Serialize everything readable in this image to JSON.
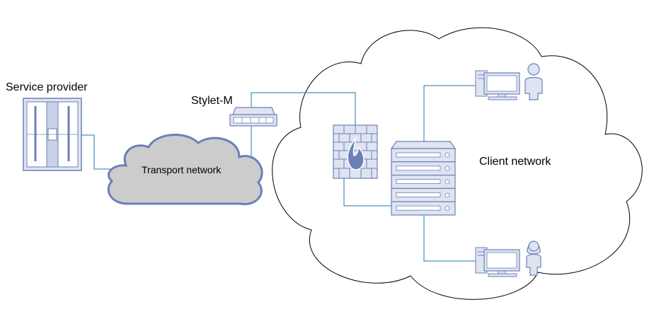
{
  "labels": {
    "service_provider": "Service provider",
    "stylet_m": "Stylet-M",
    "transport_network": "Transport network",
    "client_network": "Client network"
  },
  "icons": {
    "service_provider": "server-rack-icon",
    "stylet_m": "network-appliance-icon",
    "firewall": "firewall-icon",
    "server": "server-stack-icon",
    "workstation_top": "desktop-computer-icon",
    "workstation_bottom": "desktop-computer-icon",
    "user_top": "male-user-icon",
    "user_bottom": "female-user-icon"
  },
  "colors": {
    "link": "#1f77b4",
    "device_outline": "#6c80b8",
    "device_fill": "#dfe4f1",
    "transport_cloud_fill": "#cccccc",
    "transport_cloud_stroke": "#6c80b8",
    "client_cloud_stroke": "#000000",
    "flame": "#6c80b8"
  }
}
